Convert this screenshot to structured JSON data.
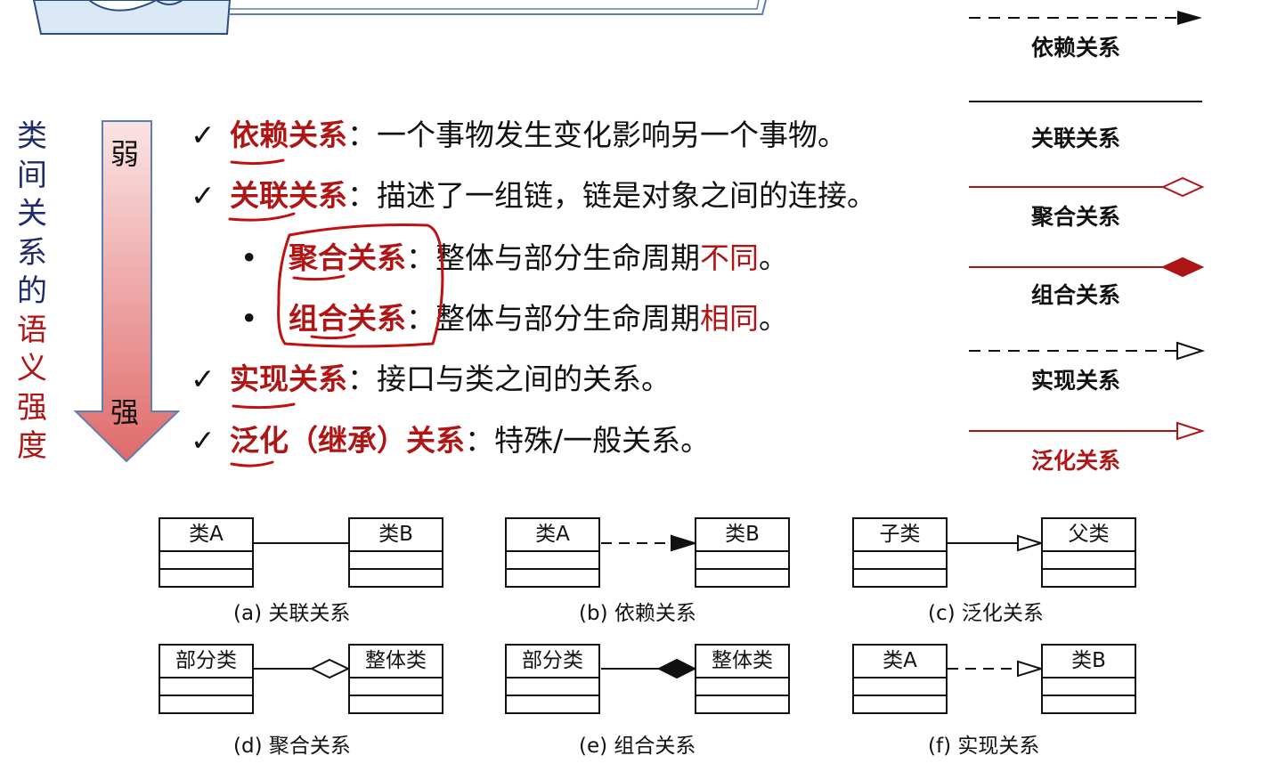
{
  "side_title": {
    "chars": [
      "类",
      "间",
      "关",
      "系",
      "的"
    ],
    "red_chars": [
      "语",
      "义",
      "强",
      "度"
    ]
  },
  "strength": {
    "weak": "弱",
    "strong": "强"
  },
  "list": {
    "check": "✓",
    "bullet": "•",
    "dependency": {
      "name": "依赖关系",
      "colon": "：",
      "desc": "一个事物发生变化影响另一个事物。"
    },
    "association": {
      "name": "关联关系",
      "colon": "：",
      "desc": "描述了一组链，链是对象之间的连接。"
    },
    "aggregation": {
      "name": "聚合关系",
      "colon": "：",
      "desc": "整体与部分生命周期",
      "emph": "不同",
      "end": "。"
    },
    "composition": {
      "name": "组合关系",
      "colon": "：",
      "desc": "整体与部分生命周期",
      "emph": "相同",
      "end": "。"
    },
    "realization": {
      "name": "实现关系",
      "colon": "：",
      "desc": "接口与类之间的关系。"
    },
    "generalization": {
      "name": "泛化（继承）关系",
      "colon": "：",
      "desc": "特殊/一般关系。"
    }
  },
  "legend": {
    "dependency": "依赖关系",
    "association": "关联关系",
    "aggregation": "聚合关系",
    "composition": "组合关系",
    "realization": "实现关系",
    "generalization": "泛化关系"
  },
  "diagrams": {
    "a": {
      "left": "类A",
      "right": "类B",
      "caption": "(a) 关联关系"
    },
    "b": {
      "left": "类A",
      "right": "类B",
      "caption": "(b) 依赖关系"
    },
    "c": {
      "left": "子类",
      "right": "父类",
      "caption": "(c) 泛化关系"
    },
    "d": {
      "left": "部分类",
      "right": "整体类",
      "caption": "(d) 聚合关系"
    },
    "e": {
      "left": "部分类",
      "right": "整体类",
      "caption": "(e) 组合关系"
    },
    "f": {
      "left": "类A",
      "right": "类B",
      "caption": "(f) 实现关系"
    }
  },
  "colors": {
    "accent_red": "#b01515",
    "dark_blue": "#1f2a6b",
    "arrow_top": "#f8dada",
    "arrow_bottom": "#e07070"
  }
}
